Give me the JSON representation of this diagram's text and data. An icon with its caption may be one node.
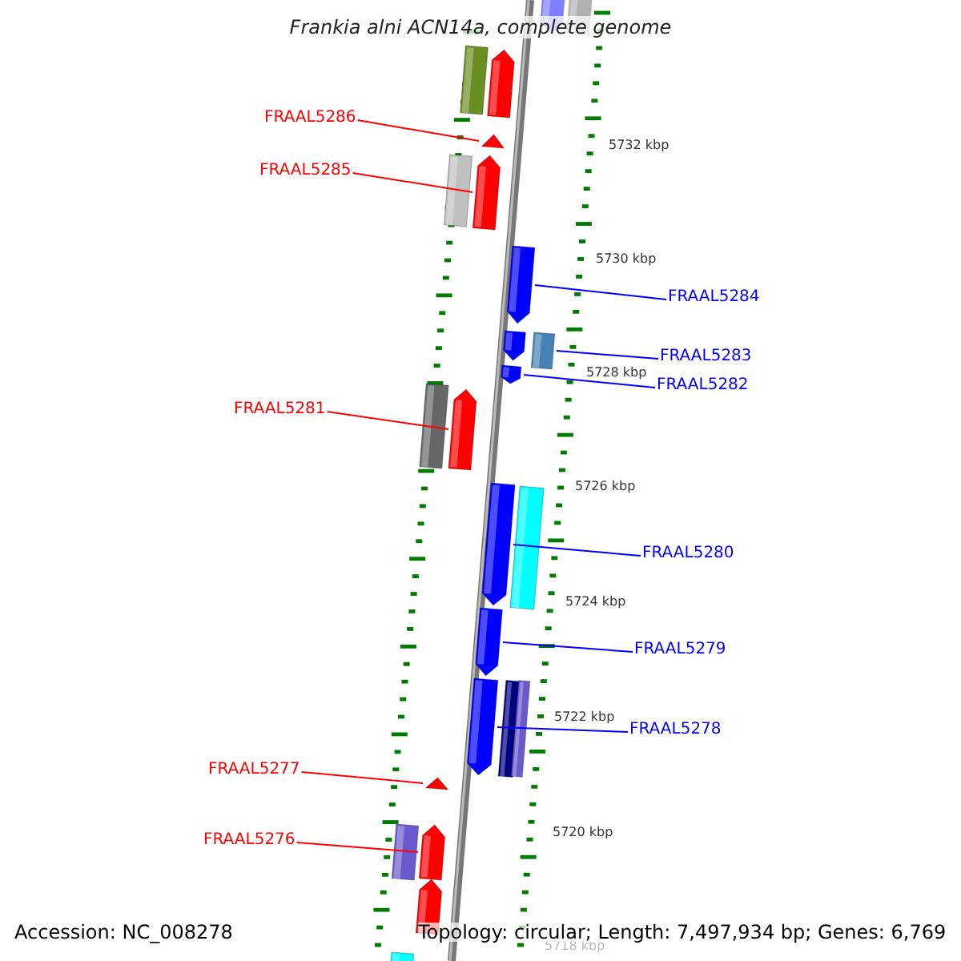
{
  "diagram": {
    "title": "Frankia alni ACN14a, complete genome",
    "nodes": [
      {
        "text": [],
        "shape": "pentagon"
      },
      {
        "text": [],
        "shape": "box"
      },
      {
        "text": [],
        "shape": "box"
      },
      {
        "text": [],
        "shape": "pentagon"
      },
      {
        "text": [
          "FRAAL5286"
        ]
      },
      {
        "text": [],
        "shape": "triangle"
      },
      {
        "text": [
          "FRAAL5285"
        ]
      },
      {
        "text": [],
        "shape": "box"
      },
      {
        "text": [],
        "shape": "pentagon"
      },
      {
        "text": [],
        "shape": "pentagon"
      },
      {
        "text": [
          "FRAAL5284"
        ]
      },
      {
        "text": [],
        "shape": "pentagon"
      },
      {
        "text": [],
        "shape": "box"
      },
      {
        "text": [
          "FRAAL5283"
        ]
      },
      {
        "text": [],
        "shape": "pentagon"
      },
      {
        "text": [
          "FRAAL5282"
        ]
      },
      {
        "text": [
          "FRAAL5281"
        ]
      },
      {
        "text": [],
        "shape": "box"
      },
      {
        "text": [],
        "shape": "pentagon"
      },
      {
        "text": [],
        "shape": "pentagon"
      },
      {
        "text": [],
        "shape": "box"
      },
      {
        "text": [
          "FRAAL5280"
        ]
      },
      {
        "text": [],
        "shape": "pentagon"
      },
      {
        "text": [
          "FRAAL5279"
        ]
      },
      {
        "text": [],
        "shape": "pentagon"
      },
      {
        "text": [],
        "shape": "box"
      },
      {
        "text": [],
        "shape": "box"
      },
      {
        "text": [
          "FRAAL5278"
        ]
      },
      {
        "text": [
          "FRAAL5277"
        ]
      },
      {
        "text": [],
        "shape": "triangle"
      },
      {
        "text": [
          "FRAAL5276"
        ]
      },
      {
        "text": [],
        "shape": "box"
      },
      {
        "text": [],
        "shape": "pentagon"
      },
      {
        "text": [],
        "shape": "pentagon"
      },
      {
        "text": [],
        "shape": "box"
      }
    ],
    "edges": [
      {
        "from": 4,
        "to": 5,
        "arrow": "none",
        "color": "#ff0000"
      },
      {
        "from": 6,
        "to": 8,
        "arrow": "none",
        "color": "#ff0000"
      },
      {
        "from": 10,
        "to": 9,
        "arrow": "none",
        "color": "#0000ff"
      },
      {
        "from": 13,
        "to": 12,
        "arrow": "none",
        "color": "#0000ff"
      },
      {
        "from": 15,
        "to": 14,
        "arrow": "none",
        "color": "#0000ff"
      },
      {
        "from": 16,
        "to": 18,
        "arrow": "none",
        "color": "#ff0000"
      },
      {
        "from": 21,
        "to": 19,
        "arrow": "none",
        "color": "#0000ff"
      },
      {
        "from": 23,
        "to": 22,
        "arrow": "none",
        "color": "#0000ff"
      },
      {
        "from": 27,
        "to": 24,
        "arrow": "none",
        "color": "#0000ff"
      },
      {
        "from": 28,
        "to": 29,
        "arrow": "none",
        "color": "#ff0000"
      },
      {
        "from": 30,
        "to": 32,
        "arrow": "none",
        "color": "#ff0000"
      }
    ],
    "labels": [
      "5732 kbp",
      "5730 kbp",
      "5728 kbp",
      "5726 kbp",
      "5724 kbp",
      "5722 kbp",
      "5720 kbp",
      "5718 kbp",
      "Accession: NC_008278",
      "Topology: circular; Length: 7,497,934 bp; Genes: 6,769"
    ]
  }
}
